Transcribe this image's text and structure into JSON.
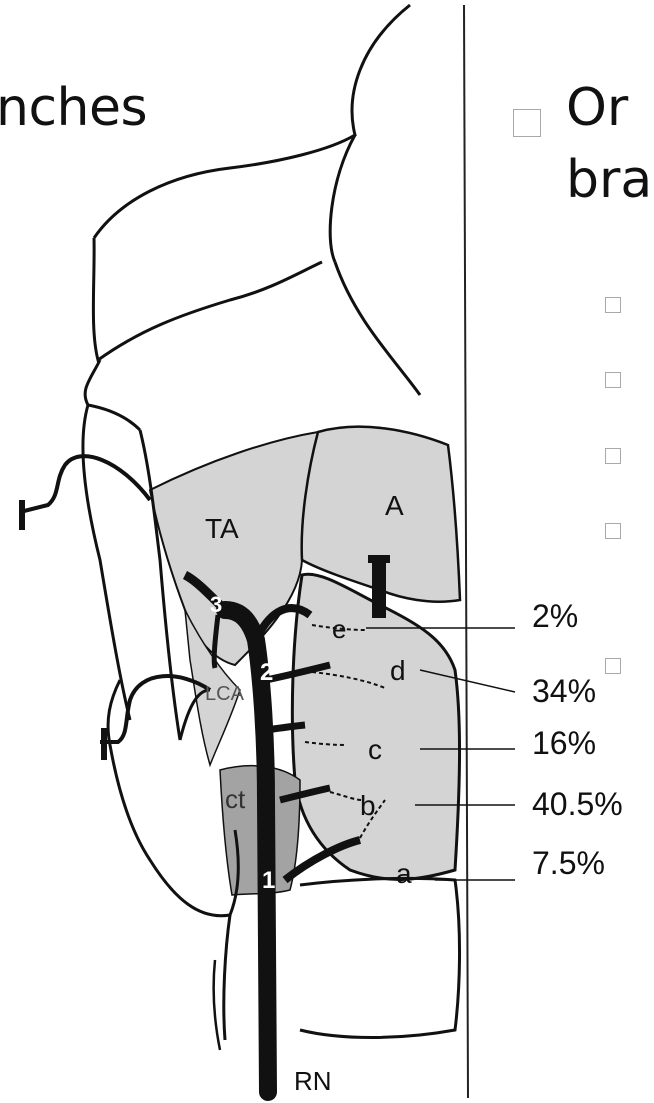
{
  "slide": {
    "left_title_fragment": "nches",
    "right_title_line1": "Or",
    "right_title_line2": "bra"
  },
  "diagram": {
    "region_labels": {
      "thyroarytenoid": "TA",
      "arytenoid": "A",
      "lateral_cricoarytenoid": "LCA",
      "cricothyroid": "ct",
      "recurrent_nerve": "RN"
    },
    "nerve_branch_numbers": [
      "1",
      "2",
      "3"
    ],
    "branch_percentages": [
      {
        "letter": "e",
        "percent": "2%"
      },
      {
        "letter": "d",
        "percent": "34%"
      },
      {
        "letter": "c",
        "percent": "16%"
      },
      {
        "letter": "b",
        "percent": "40.5%"
      },
      {
        "letter": "a",
        "percent": "7.5%"
      }
    ]
  },
  "colors": {
    "muscle_fill": "#d4d4d4",
    "cricothyroid_fill": "#a3a3a3",
    "nerve": "#111111",
    "bullet_border": "#a9a9a9"
  }
}
